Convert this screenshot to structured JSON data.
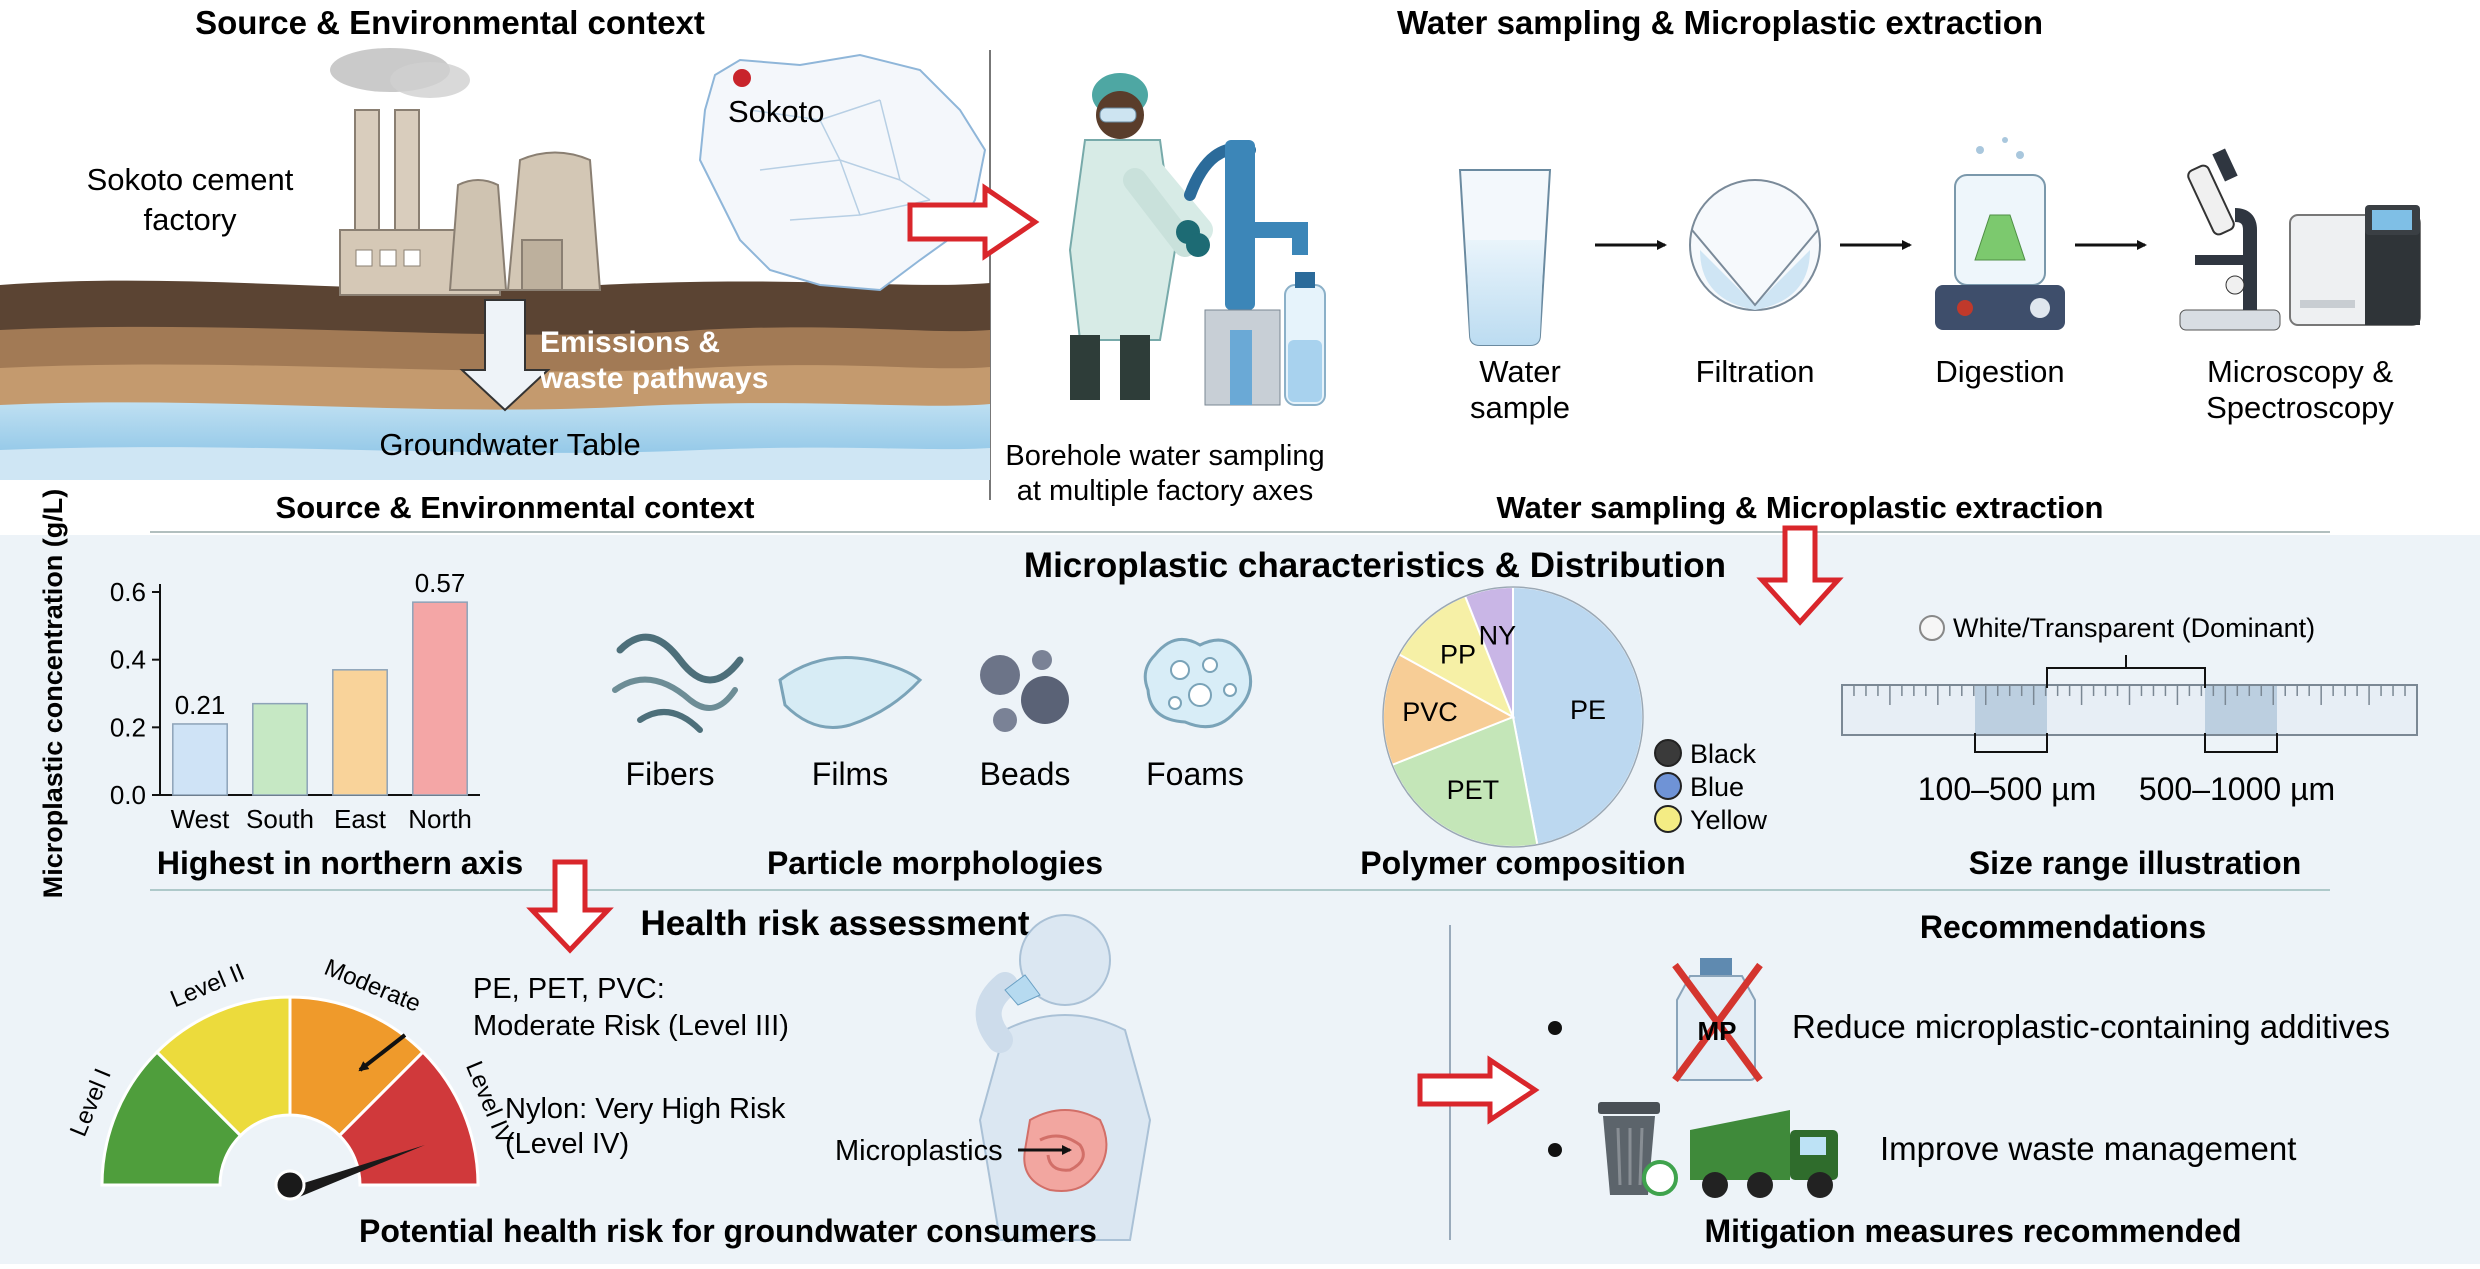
{
  "top": {
    "left_title": "Source & Environmental context",
    "right_title": "Water sampling & Microplastic extraction",
    "left_caption": "Source & Environmental context",
    "right_caption": "Water sampling & Microplastic extraction",
    "factory_label_1": "Sokoto cement",
    "factory_label_2": "factory",
    "map_label": "Sokoto",
    "emissions_1": "Emissions &",
    "emissions_2": "waste pathways",
    "groundwater": "Groundwater Table",
    "borehole_1": "Borehole water sampling",
    "borehole_2": "at multiple factory axes",
    "steps": [
      {
        "l1": "Water",
        "l2": "sample"
      },
      {
        "l1": "Filtration",
        "l2": ""
      },
      {
        "l1": "Digestion",
        "l2": ""
      },
      {
        "l1": "Microscopy &",
        "l2": "Spectroscopy"
      }
    ]
  },
  "middle": {
    "title": "Microplastic characteristics & Distribution",
    "bar_caption": "Highest in northern axis",
    "morph_caption": "Particle morphologies",
    "morphologies": [
      "Fibers",
      "Films",
      "Beads",
      "Foams"
    ],
    "polymer_caption": "Polymer composition",
    "colors": [
      {
        "name": "Black",
        "hex": "#3a3a3a"
      },
      {
        "name": "Blue",
        "hex": "#6f93d6"
      },
      {
        "name": "Yellow",
        "hex": "#f4ec84"
      }
    ],
    "size_caption": "Size range illustration",
    "size_legend": "White/Transparent (Dominant)",
    "size_ranges": [
      "100–500 µm",
      "500–1000 µm"
    ]
  },
  "chart_data": [
    {
      "type": "bar",
      "categories": [
        "West",
        "South",
        "East",
        "North"
      ],
      "values": [
        0.21,
        0.27,
        0.37,
        0.57
      ],
      "data_labels": [
        "0.21",
        "",
        "",
        "0.57"
      ],
      "ylabel": "Microplastic concentration (g/L)",
      "ylim": [
        0,
        0.6
      ],
      "yticks": [
        "0.0",
        "0.2",
        "0.4",
        "0.6"
      ],
      "colors": [
        "#cfe3f6",
        "#c6e8c4",
        "#f9d39a",
        "#f4a6a6"
      ],
      "grid": false
    },
    {
      "type": "pie",
      "categories": [
        "PE",
        "PET",
        "PVC",
        "PP",
        "NY"
      ],
      "values": [
        47,
        22,
        14,
        11,
        6
      ],
      "colors": [
        "#bcd8f0",
        "#c4e6b8",
        "#f7cd96",
        "#f6f0a6",
        "#c9b6e6"
      ]
    }
  ],
  "bottom": {
    "health_title": "Health risk assessment",
    "gauge_levels": [
      "Level I",
      "Level II",
      "Moderate",
      "Level IV"
    ],
    "gauge_colors": [
      "#4f9e3c",
      "#ecdb3c",
      "#ef9a2b",
      "#d0393b"
    ],
    "risk_1a": "PE, PET, PVC:",
    "risk_1b": "Moderate Risk (Level III)",
    "risk_2a": "Nylon: Very High Risk",
    "risk_2b": "(Level IV)",
    "microplastics": "Microplastics",
    "health_caption": "Potential health risk for groundwater consumers",
    "rec_title": "Recommendations",
    "rec_1": "Reduce microplastic-containing additives",
    "rec_2": "Improve waste management",
    "mp_badge": "MP",
    "rec_caption": "Mitigation measures recommended"
  }
}
